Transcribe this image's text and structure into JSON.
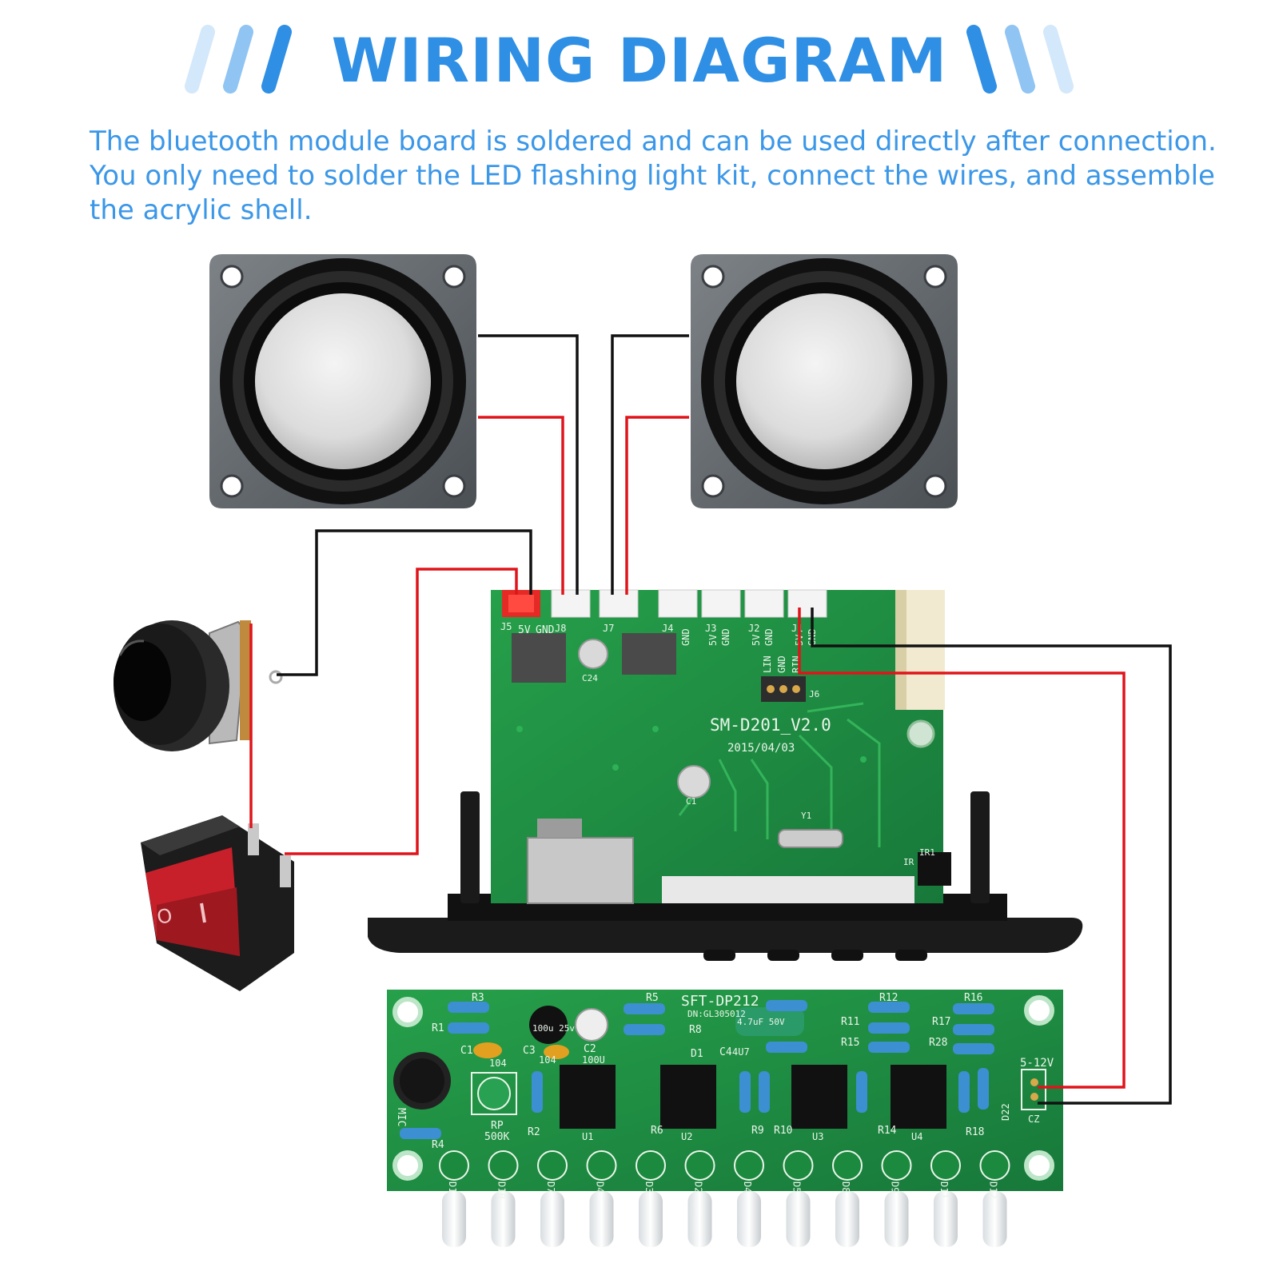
{
  "header": {
    "title": "WIRING DIAGRAM"
  },
  "description": {
    "lines": [
      "The bluetooth module board is soldered and can be used directly after connection.",
      "You only need to solder the LED flashing light kit, connect the wires, and assemble",
      "the acrylic shell."
    ]
  },
  "colors": {
    "title_blue": "#2f8fe4",
    "text_blue": "#3b97e8",
    "wire_red": "#e0141b",
    "wire_black": "#111111",
    "pcb_green": "#1f8a3c"
  },
  "bluetooth_board": {
    "model": "SM-D201_V2.0",
    "date": "2015/04/03",
    "connectors": [
      "J5",
      "J8",
      "J7",
      "J4",
      "J3",
      "J2",
      "J1"
    ],
    "pin_labels": [
      "5V",
      "GND",
      "GND",
      "5V",
      "GND",
      "5V",
      "GND",
      "LIN",
      "GND",
      "RIN",
      "5V",
      "GND"
    ],
    "parts": [
      "C24",
      "C1",
      "Y1",
      "J6",
      "IR1",
      "IR"
    ]
  },
  "led_board": {
    "model": "SFT-DP212",
    "dn": "DN:GL305012",
    "voltage": "5-12V",
    "connector": "CZ",
    "resistors": [
      "R1",
      "R2",
      "R3",
      "R4",
      "R5",
      "R6",
      "R8",
      "R9",
      "R10",
      "R11",
      "R12",
      "R14",
      "R15",
      "R16",
      "R17",
      "R18",
      "R28"
    ],
    "capacitors": [
      "C1",
      "C2",
      "C3",
      "C4"
    ],
    "cap_values": [
      "104",
      "100U",
      "104",
      "4U7",
      "100u 25v",
      "4.7uF 50V"
    ],
    "chips": [
      "U1",
      "U2",
      "U3",
      "U4"
    ],
    "other": [
      "MIC",
      "RP",
      "500K",
      "D1",
      "D22"
    ],
    "leds": [
      "D1",
      "D2",
      "D3",
      "D4",
      "D5",
      "D6",
      "D7",
      "D8",
      "D9",
      "D10",
      "D11",
      "D12"
    ]
  }
}
